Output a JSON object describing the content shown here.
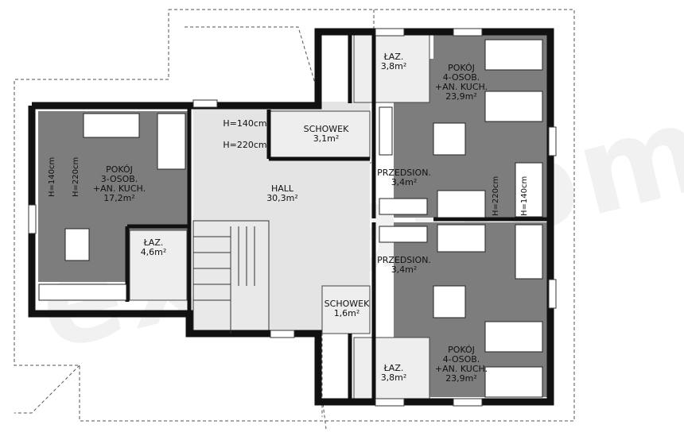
{
  "watermark": "extradom",
  "rooms": {
    "hall": {
      "name": "HALL",
      "area": "30,3m²"
    },
    "schowek_top": {
      "name": "SCHOWEK",
      "area": "3,1m²"
    },
    "schowek_bottom": {
      "name": "SCHOWEK",
      "area": "1,6m²"
    },
    "laz_top": {
      "name": "ŁAZ.",
      "area": "3,8m²"
    },
    "laz_bottom": {
      "name": "ŁAZ.",
      "area": "3,8m²"
    },
    "laz_left": {
      "name": "ŁAZ.",
      "area": "4,6m²"
    },
    "pokoj_top": {
      "l1": "POKÓJ",
      "l2": "4-OSOB.",
      "l3": "+AN. KUCH.",
      "area": "23,9m²"
    },
    "pokoj_bottom": {
      "l1": "POKÓJ",
      "l2": "4-OSOB.",
      "l3": "+AN. KUCH.",
      "area": "23,9m²"
    },
    "pokoj_left": {
      "l1": "POKÓJ",
      "l2": "3-OSOB.",
      "l3": "+AN. KUCH.",
      "area": "17,2m²"
    },
    "przedsion_top": {
      "name": "PRZEDSION.",
      "area": "3,4m²"
    },
    "przedsion_bottom": {
      "name": "PRZEDSION.",
      "area": "3,4m²"
    }
  },
  "heights": {
    "h140_hall": "H=140cm",
    "h220_hall": "H=220cm",
    "h140_left": "H=140cm",
    "h220_left": "H=220cm",
    "h220_right": "H=220cm",
    "h140_right": "H=140cm"
  },
  "colors": {
    "wall": "#111111",
    "room": "#7d7d7d",
    "hall": "#e4e4e4"
  }
}
